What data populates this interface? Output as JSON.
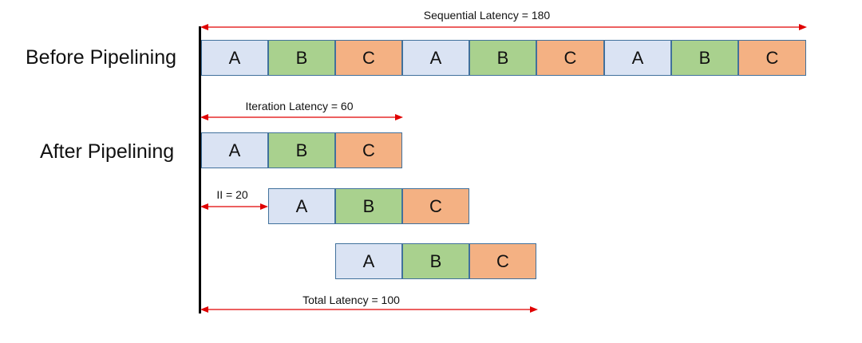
{
  "labels": {
    "before": "Before Pipelining",
    "after": "After Pipelining"
  },
  "stages": [
    "A",
    "B",
    "C"
  ],
  "measures": {
    "sequential": "Sequential Latency = 180",
    "iteration": "Iteration Latency = 60",
    "ii": "II = 20",
    "total": "Total Latency = 100"
  },
  "colors": {
    "A": "#dae3f3",
    "B": "#a9d18e",
    "C": "#f4b183",
    "border": "#41719c",
    "arrow": "#e00000"
  }
}
